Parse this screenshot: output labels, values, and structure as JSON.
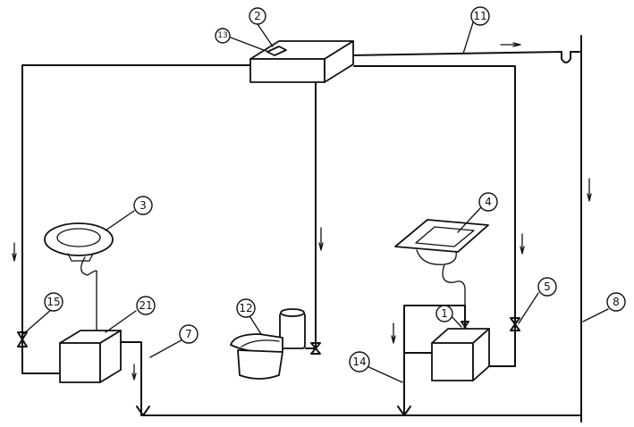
{
  "callouts": {
    "c2": "2",
    "c3": "3",
    "c4": "4",
    "c1": "1",
    "c5": "5",
    "c7": "7",
    "c8": "8",
    "c11": "11",
    "c12": "12",
    "c13": "13",
    "c14": "14",
    "c15": "15",
    "c21": "21"
  },
  "colors": {
    "ink": "#111111",
    "paper": "#ffffff"
  }
}
